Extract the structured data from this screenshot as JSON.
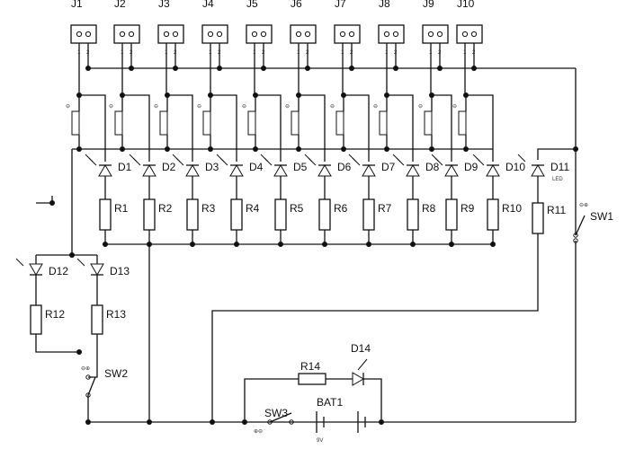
{
  "header_labels": [
    "J1",
    "J2",
    "J3",
    "J4",
    "J5",
    "J6",
    "J7",
    "J8",
    "J9",
    "J10"
  ],
  "jack_pins": [
    "1",
    "2"
  ],
  "button_mark": "⊖",
  "pushbuttons": [
    {
      "led": "D1",
      "resistor": "R1"
    },
    {
      "led": "D2",
      "resistor": "R2"
    },
    {
      "led": "D3",
      "resistor": "R3"
    },
    {
      "led": "D4",
      "resistor": "R4"
    },
    {
      "led": "D5",
      "resistor": "R5"
    },
    {
      "led": "D6",
      "resistor": "R6"
    },
    {
      "led": "D7",
      "resistor": "R7"
    },
    {
      "led": "D8",
      "resistor": "R8"
    },
    {
      "led": "D9",
      "resistor": "R9"
    },
    {
      "led": "D10",
      "resistor": "R10"
    }
  ],
  "led_d11": {
    "name": "D11",
    "tag": "LED",
    "resistor": "R11"
  },
  "led_d12": {
    "name": "D12",
    "resistor": "R12"
  },
  "led_d13": {
    "name": "D13",
    "resistor": "R13"
  },
  "switches": {
    "sw1": {
      "name": "SW1",
      "mark": "⊖⊕"
    },
    "sw2": {
      "name": "SW2",
      "mark": "⊖⊕"
    },
    "sw3": {
      "name": "SW3",
      "mark": "⊕⊖"
    }
  },
  "indicator": {
    "led": "D14",
    "resistor": "R14"
  },
  "battery": {
    "name": "BAT1",
    "voltage": "9V"
  }
}
